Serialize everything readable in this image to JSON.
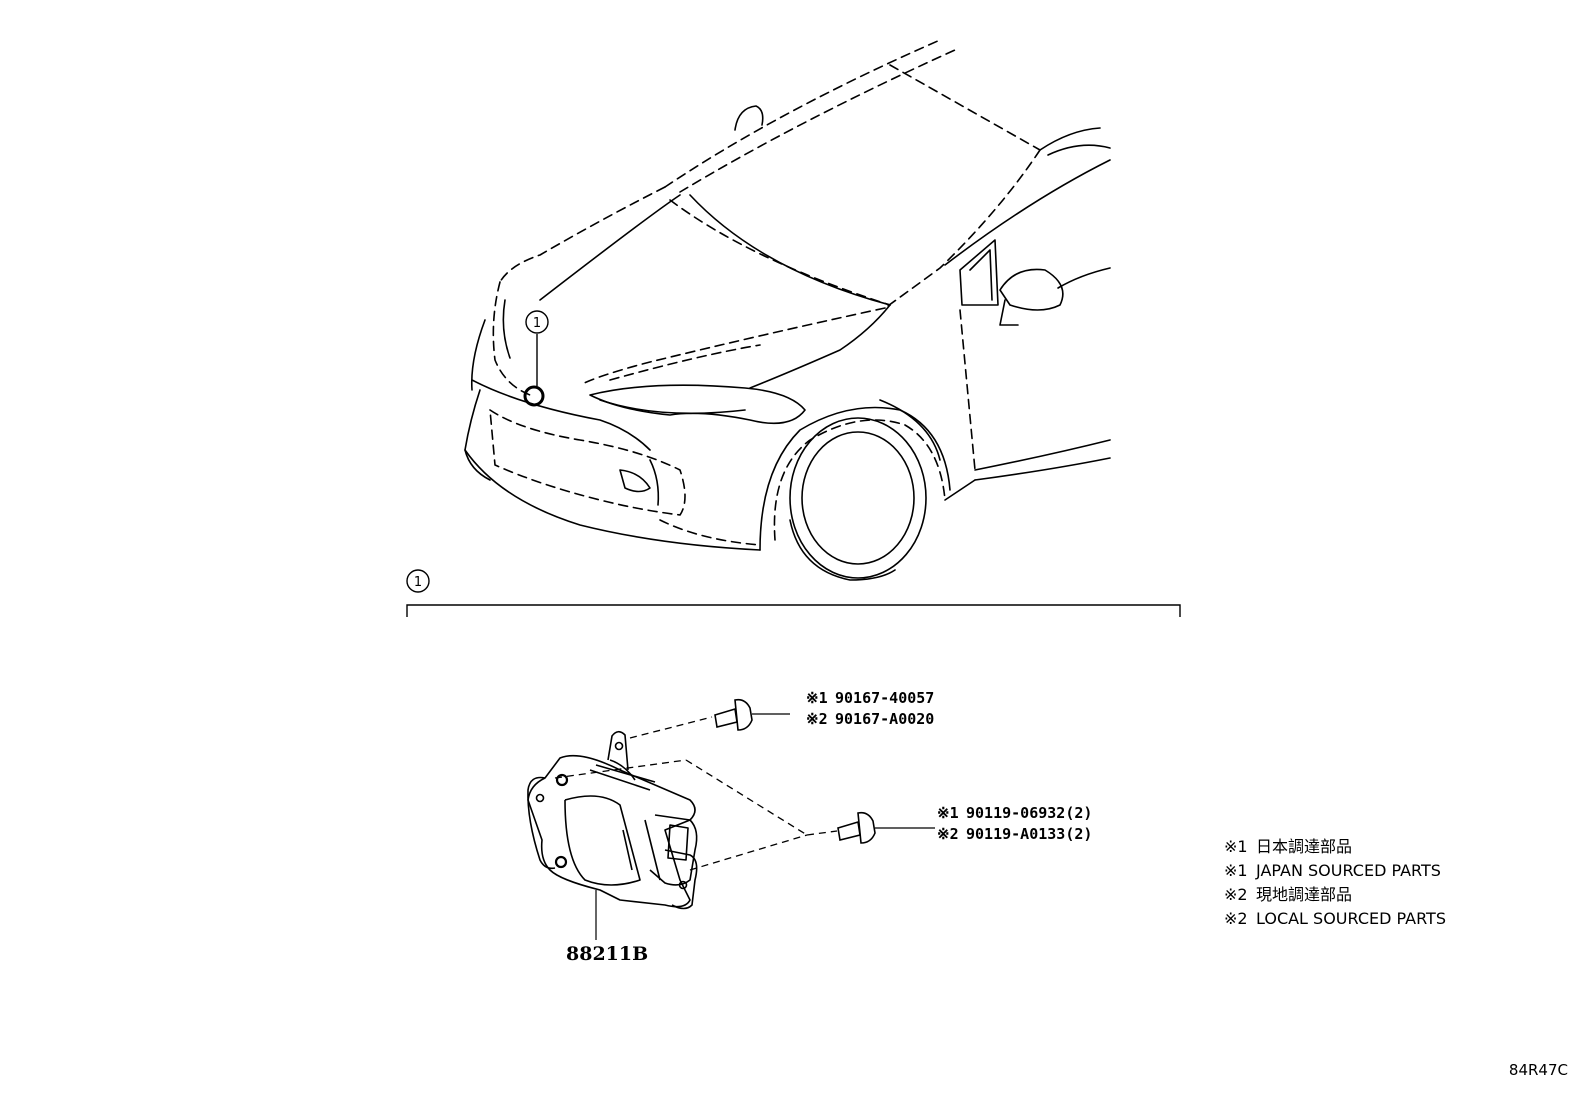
{
  "callouts": {
    "vehicle": "1",
    "section": "1"
  },
  "parts": {
    "main_unit": "88211B",
    "bolt_upper": [
      {
        "mark": "※1",
        "number": "90167-40057"
      },
      {
        "mark": "※2",
        "number": "90167-A0020"
      }
    ],
    "bolt_lower": [
      {
        "mark": "※1",
        "number": "90119-06932(2)"
      },
      {
        "mark": "※2",
        "number": "90119-A0133(2)"
      }
    ]
  },
  "legend": [
    {
      "mark": "※1",
      "text": "日本調達部品"
    },
    {
      "mark": "※1",
      "text": "JAPAN SOURCED PARTS"
    },
    {
      "mark": "※2",
      "text": "現地調達部品"
    },
    {
      "mark": "※2",
      "text": "LOCAL SOURCED PARTS"
    }
  ],
  "drawing_ref": "84R47C"
}
